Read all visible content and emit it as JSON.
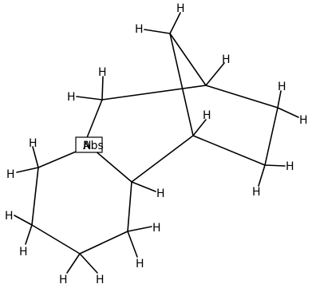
{
  "molecule": {
    "atoms": {
      "nitrogen": "N",
      "abs_label": "Abs",
      "hydrogen": "H"
    }
  }
}
